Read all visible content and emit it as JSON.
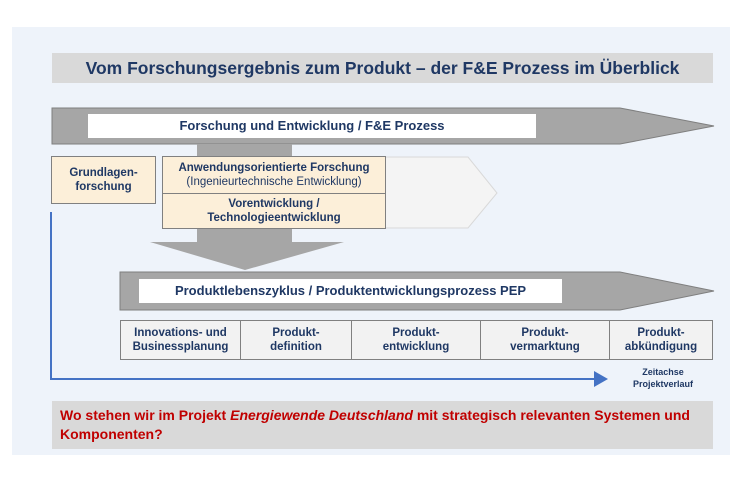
{
  "title": "Vom Forschungsergebnis zum Produkt – der F&E Prozess im Überblick",
  "fe_arrow": {
    "label": "Forschung und Entwicklung / F&E Prozess"
  },
  "research_boxes": {
    "grundlagen": {
      "line1": "Grundlagen-",
      "line2": "forschung"
    },
    "anwendung": {
      "line1": "Anwendungsorientierte Forschung",
      "line2": "(Ingenieurtechnische Entwicklung)"
    },
    "vorentwicklung": {
      "line1": "Vorentwicklung /",
      "line2": "Technologieentwicklung"
    }
  },
  "pep_arrow": {
    "label": "Produktlebenszyklus / Produktentwicklungsprozess PEP"
  },
  "phases": [
    {
      "line1": "Innovations- und",
      "line2": "Businessplanung"
    },
    {
      "line1": "Produkt-",
      "line2": "definition"
    },
    {
      "line1": "Produkt-",
      "line2": "entwicklung"
    },
    {
      "line1": "Produkt-",
      "line2": "vermarktung"
    },
    {
      "line1": "Produkt-",
      "line2": "abkündigung"
    }
  ],
  "timeline": {
    "line1": "Zeitachse",
    "line2": "Projektverlauf"
  },
  "question": {
    "part1": "Wo stehen wir im Projekt ",
    "emphasis": "Energiewende Deutschland",
    "part2": "  mit strategisch relevanten Systemen und Komponenten?"
  },
  "colors": {
    "title_text": "#1f3864",
    "question_text": "#c00000",
    "arrow_fill": "#a6a6a6",
    "axis_line": "#4472c4",
    "panel_bg": "#eef3fa"
  }
}
